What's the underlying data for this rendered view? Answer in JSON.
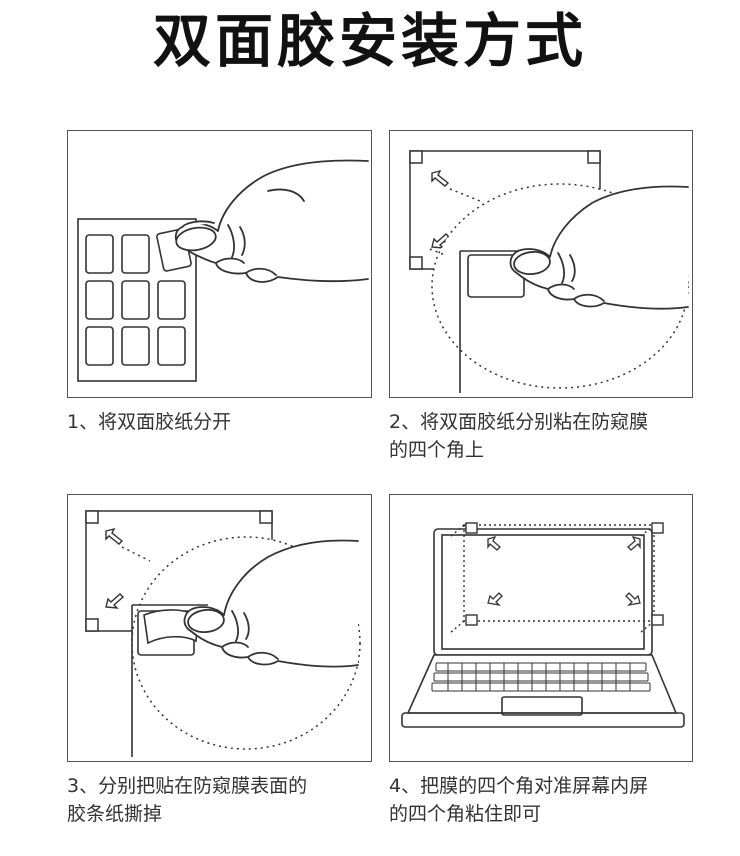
{
  "title": "双面胶安装方式",
  "steps": [
    {
      "line1": "1、将双面胶纸分开",
      "line2": ""
    },
    {
      "line1": "2、将双面胶纸分别粘在防窥膜",
      "line2": "的四个角上"
    },
    {
      "line1": "3、分别把贴在防窥膜表面的",
      "line2": "胶条纸撕掉"
    },
    {
      "line1": "4、把膜的四个角对准屏幕内屏",
      "line2": "的四个角粘住即可"
    }
  ],
  "colors": {
    "line": "#333333",
    "panel_border": "#555555",
    "background": "#ffffff"
  },
  "icons": [
    "hand-icon",
    "adhesive-sheet-icon",
    "arrow-icon",
    "laptop-icon",
    "keyboard-icon",
    "touchpad-icon"
  ]
}
